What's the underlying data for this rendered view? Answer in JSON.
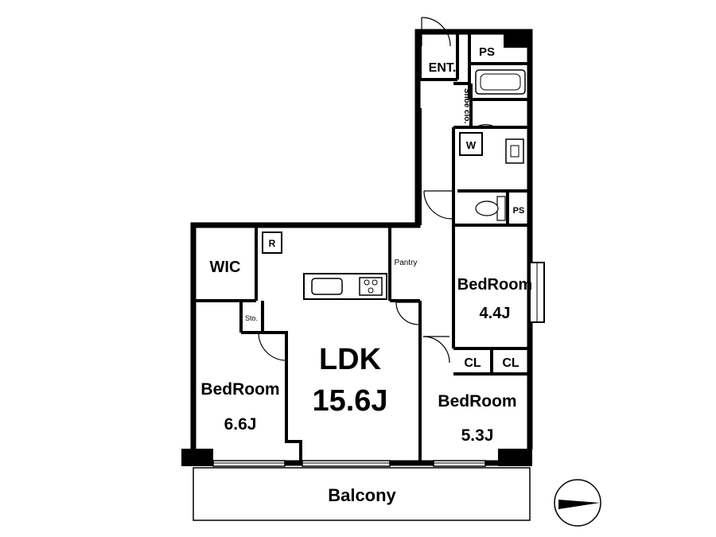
{
  "rooms": {
    "entrance": "ENT.",
    "pipe_space_top": "PS",
    "shoe_closet": "Shoe clo.",
    "washer": "W",
    "pipe_space_toilet": "PS",
    "wic": "WIC",
    "refrigerator": "R",
    "pantry": "Pantry",
    "storage": "Sto.",
    "ldk_name": "LDK",
    "ldk_size": "15.6J",
    "bedroom_a_name": "BedRoom",
    "bedroom_a_size": "6.6J",
    "bedroom_b_name": "BedRoom",
    "bedroom_b_size": "4.4J",
    "bedroom_c_name": "BedRoom",
    "bedroom_c_size": "5.3J",
    "closet_1": "CL",
    "closet_2": "CL",
    "balcony": "Balcony"
  },
  "colors": {
    "wall": "#000000",
    "fixture": "#000000",
    "background": "#ffffff"
  },
  "icons": {
    "compass": "north-arrow-icon"
  }
}
